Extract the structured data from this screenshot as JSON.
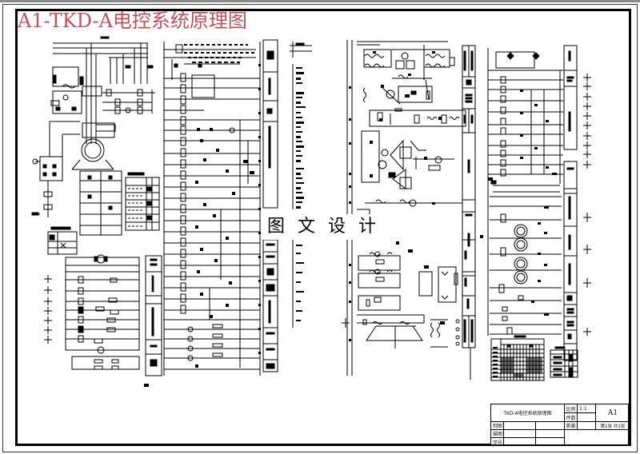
{
  "drawing": {
    "title": "A1-TKD-A电控系统原理图",
    "watermark": "图文设计",
    "colors": {
      "title": "#c0505a",
      "lines": "#000000",
      "background": "#ffffff"
    }
  },
  "title_block": {
    "drawing_name": "TKD-A电控系统原理图",
    "scale_label": "比例",
    "scale_value": "1:1",
    "quantity_label": "件数",
    "quantity_value": "",
    "sheet_size": "A1",
    "material_label": "质量",
    "material_value": "",
    "sheet_info": "第1张  共1张",
    "rows": [
      {
        "label": "制图",
        "value": ""
      },
      {
        "label": "描图",
        "value": ""
      },
      {
        "label": "学号",
        "value": ""
      }
    ]
  },
  "sections": [
    {
      "name": "main-power-circuit",
      "description": "Three-phase main power & motor circuit"
    },
    {
      "name": "control-circuit-left",
      "description": "Relay ladder control circuit"
    },
    {
      "name": "speed-regulation-circuit",
      "description": "Thyristor bridge & feedback circuit"
    },
    {
      "name": "motor-control-right",
      "description": "Motor rows & contactor ladder"
    }
  ],
  "tables": {
    "left_legend_rows": 6,
    "right_grid_rows": 11,
    "right_grid_cols": 13,
    "right_small_table_rows": 4
  }
}
